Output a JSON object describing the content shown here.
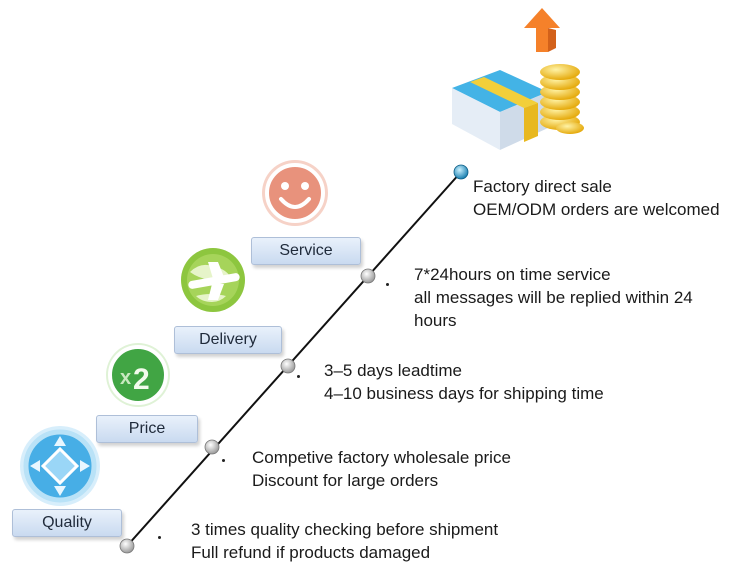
{
  "steps": [
    {
      "label": "Quality",
      "icon": "diamond-arrows-icon",
      "color": "#3aa3df",
      "lines": [
        "3 times quality checking before shipment",
        "Full refund if products damaged"
      ]
    },
    {
      "label": "Price",
      "icon": "x2-badge-icon",
      "color": "#3da23d",
      "lines": [
        "Competive factory wholesale price",
        "Discount for large orders"
      ]
    },
    {
      "label": "Delivery",
      "icon": "airplane-globe-icon",
      "color": "#8cc63f",
      "lines": [
        "3–5 days leadtime",
        "4–10 business days for shipping time"
      ]
    },
    {
      "label": "Service",
      "icon": "smiley-face-icon",
      "color": "#e8927c",
      "lines": [
        "7*24hours on time service",
        "all messages will be replied within 24",
        "hours"
      ]
    }
  ],
  "top": {
    "icon": "box-coins-arrow-icon",
    "lines": [
      "Factory direct sale",
      "OEM/ODM orders are welcomed"
    ]
  },
  "colors": {
    "line": "#111111",
    "label_bg": "#d7e3f4"
  }
}
